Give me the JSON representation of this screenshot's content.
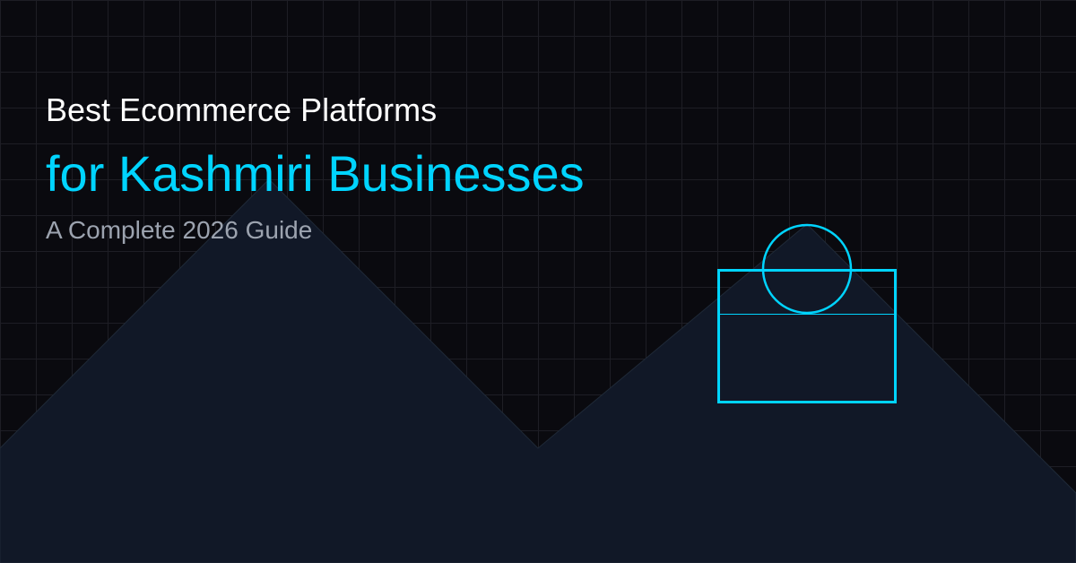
{
  "heading": {
    "line1": "Best Ecommerce Platforms",
    "line2": "for Kashmiri Businesses",
    "subtitle": "A Complete 2026 Guide"
  },
  "colors": {
    "background": "#0a0a0f",
    "grid": "#1e1e25",
    "mountain": "#111827",
    "accent": "#00d4ff",
    "title": "#ffffff",
    "subtitle": "#9ca3af"
  },
  "icons": {
    "decoration": "shopping-bag-outline-icon"
  }
}
